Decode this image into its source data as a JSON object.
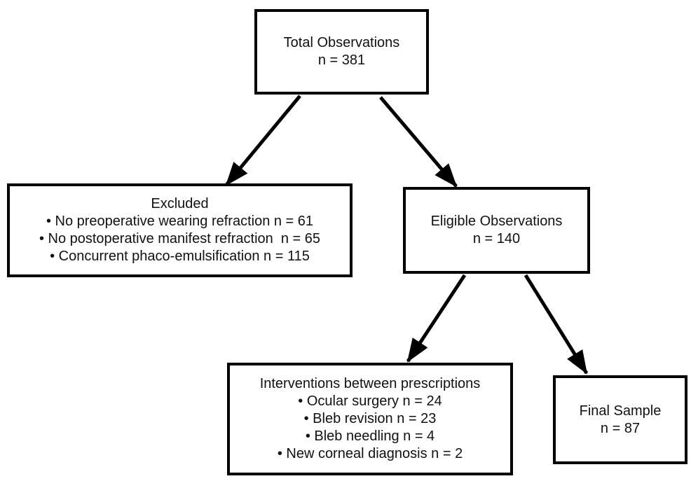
{
  "diagram": {
    "colors": {
      "box_border": "#000000",
      "box_fill": "#ffffff",
      "text": "#111111",
      "arrow": "#000000"
    },
    "nodes": {
      "total": {
        "title": "Total Observations",
        "count": "n = 381"
      },
      "excluded": {
        "title": "Excluded",
        "items": [
          "• No preoperative wearing refraction n = 61",
          "• No postoperative manifest refraction  n = 65",
          "• Concurrent phaco-emulsification n = 115"
        ]
      },
      "eligible": {
        "title": "Eligible Observations",
        "count": "n = 140"
      },
      "interventions": {
        "title": "Interventions between prescriptions",
        "items": [
          "• Ocular surgery n = 24",
          "• Bleb revision n = 23",
          "• Bleb needling n = 4",
          "• New corneal diagnosis n = 2"
        ]
      },
      "final": {
        "title": "Final Sample",
        "count": "n = 87"
      }
    }
  }
}
